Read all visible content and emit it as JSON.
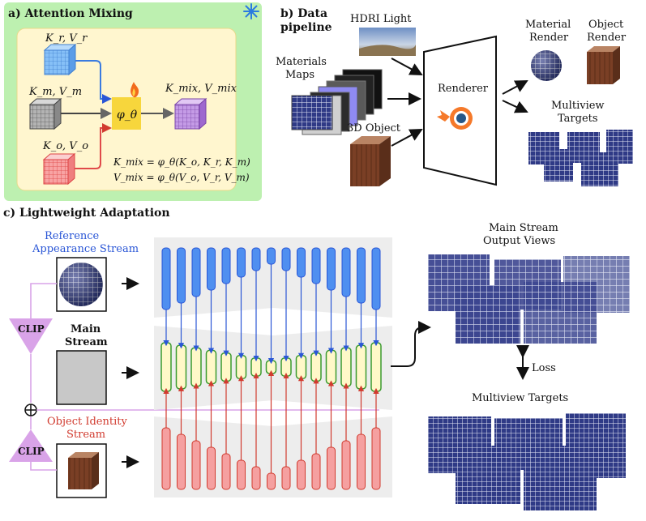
{
  "panel_a": {
    "title": "a) Attention Mixing",
    "kr_vr": "K_r, V_r",
    "km_vm": "K_m, V_m",
    "ko_vo": "K_o, V_o",
    "phi": "φ_θ",
    "kmix_vmix": "K_mix, V_mix",
    "eq1": "K_mix = φ_θ(K_o, K_r, K_m)",
    "eq2": "V_mix = φ_θ(V_o, V_r, V_m)",
    "icons": [
      "snowflake-icon",
      "fire-icon"
    ],
    "colors": {
      "bg": "#bdf0b0",
      "inner": "#fff6cf",
      "ref": "#7ab8f5",
      "mat": "#a9a9a9",
      "obj": "#f59a9a",
      "phi": "#f7d63c",
      "mix": "#b98de0"
    }
  },
  "panel_b": {
    "title_line1": "b) Data",
    "title_line2": "pipeline",
    "hdri": "HDRI Light",
    "materials_line1": "Materials",
    "materials_line2": "Maps",
    "object": "3D Object",
    "renderer": "Renderer",
    "material_render_line1": "Material",
    "material_render_line2": "Render",
    "object_render_line1": "Object",
    "object_render_line2": "Render",
    "multiview_line1": "Multiview",
    "multiview_line2": "Targets"
  },
  "panel_c": {
    "title": "c) Lightweight Adaptation",
    "ref_stream_line1": "Reference",
    "ref_stream_line2": "Appearance Stream",
    "main_stream_line1": "Main",
    "main_stream_line2": "Stream",
    "obj_stream_line1": "Object Identity",
    "obj_stream_line2": "Stream",
    "clip": "CLIP",
    "output_line1": "Main Stream",
    "output_line2": "Output Views",
    "loss": "Loss",
    "targets": "Multiview Targets",
    "colors": {
      "blue": "#2a56d6",
      "red": "#d13b2f",
      "green": "#3a9a2e",
      "clip": "#d9a3e8",
      "block_blue": "#4f8ff0",
      "block_red": "#f5a0a0"
    }
  }
}
